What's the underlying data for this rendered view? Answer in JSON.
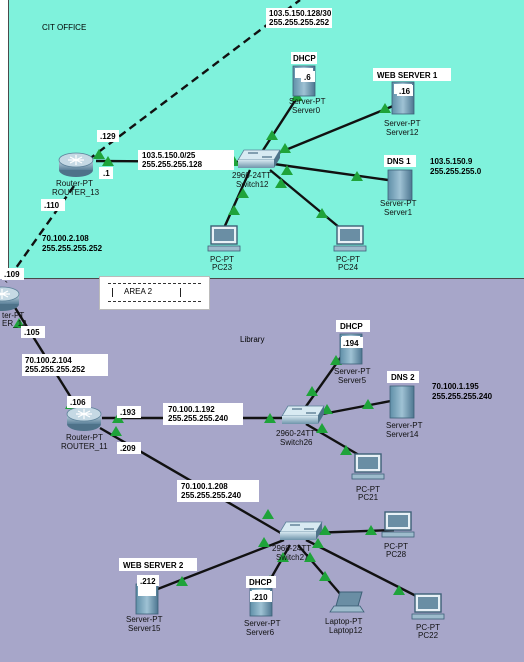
{
  "areas": {
    "top_label": "CIT OFFICE",
    "bottom_label": "Library",
    "area2_note": "AREA 2"
  },
  "devices": {
    "router13": {
      "type": "Router-PT",
      "name": "ROUTER_13"
    },
    "router11": {
      "type": "Router-PT",
      "name": "ROUTER_11"
    },
    "router12": {
      "type": "ter-PT",
      "name": "ER_12"
    },
    "switch12": {
      "type": "2960-24TT",
      "name": "Switch12"
    },
    "switch26": {
      "type": "2960-24TT",
      "name": "Switch26"
    },
    "switch27": {
      "type": "2960-24TT",
      "name": "Switch27"
    },
    "server0": {
      "type": "Server-PT",
      "name": "Server0",
      "tag": "DHCP",
      "ip": ".6"
    },
    "server12": {
      "type": "Server-PT",
      "name": "Server12",
      "tag": "WEB SERVER 1",
      "ip": ".16"
    },
    "server1": {
      "type": "Server-PT",
      "name": "Server1",
      "tag": "DNS 1"
    },
    "pc23": {
      "type": "PC-PT",
      "name": "PC23"
    },
    "pc24": {
      "type": "PC-PT",
      "name": "PC24"
    },
    "server5": {
      "type": "Server-PT",
      "name": "Server5",
      "tag": "DHCP",
      "ip": ".194"
    },
    "server14": {
      "type": "Server-PT",
      "name": "Server14",
      "tag": "DNS 2"
    },
    "pc21": {
      "type": "PC-PT",
      "name": "PC21"
    },
    "pc28": {
      "type": "PC-PT",
      "name": "PC28"
    },
    "pc22": {
      "type": "PC-PT",
      "name": "PC22"
    },
    "laptop12": {
      "type": "Laptop-PT",
      "name": "Laptop12"
    },
    "server6": {
      "type": "Server-PT",
      "name": "Server6",
      "tag": "DHCP",
      "ip": ".210"
    },
    "server15": {
      "type": "Server-PT",
      "name": "Server15",
      "tag": "WEB SERVER 2",
      "ip": ".212"
    }
  },
  "labels": {
    "wan_top_net": "103.5.150.128/30",
    "wan_top_mask": "255.255.255.252",
    "r13_wan_ip": ".129",
    "r13_lan_ip": ".1",
    "lan1_net": "103.5.150.0/25",
    "lan1_mask": "255.255.255.128",
    "dns1_ip": "103.5.150.9",
    "dns1_mask": "255.255.255.0",
    "r13_r12_ip": ".110",
    "link_r13_r12_net": "70.100.2.108",
    "link_r13_r12_mask": "255.255.255.252",
    "r12_up_ip": ".109",
    "r12_down_ip": ".105",
    "link_r12_r11_net": "70.100.2.104",
    "link_r12_r11_mask": "255.255.255.252",
    "r11_up_ip": ".106",
    "r11_lan1_ip": ".193",
    "r11_lan2_ip": ".209",
    "lan2_net": "70.100.1.192",
    "lan2_mask": "255.255.255.240",
    "dns2_ip": "70.100.1.195",
    "dns2_mask": "255.255.255.240",
    "lan3_net": "70.100.1.208",
    "lan3_mask": "255.255.255.240"
  },
  "colors": {
    "top_area": "#7ff2dc",
    "bottom_area": "#a7a6c9",
    "link_up": "#1fa33a",
    "link_down": "#c0392b",
    "cable": "#111111"
  }
}
